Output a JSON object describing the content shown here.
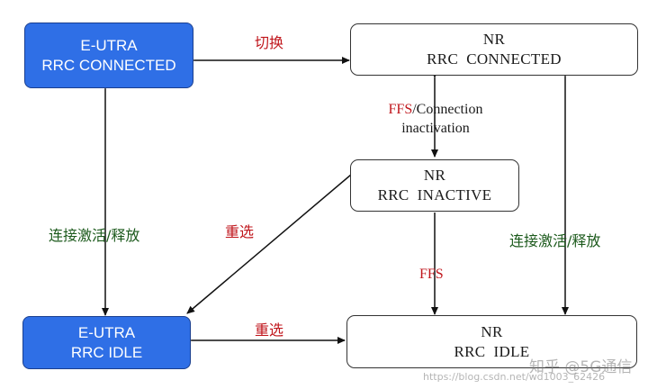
{
  "states": {
    "eutra_connected": {
      "line1": "E-UTRA",
      "line2": "RRC CONNECTED"
    },
    "eutra_idle": {
      "line1": "E-UTRA",
      "line2": "RRC IDLE"
    },
    "nr_connected": {
      "line1": "NR",
      "line2": "RRC  CONNECTED"
    },
    "nr_inactive": {
      "line1": "NR",
      "line2": "RRC  INACTIVE"
    },
    "nr_idle": {
      "line1": "NR",
      "line2": "RRC  IDLE"
    }
  },
  "transitions": {
    "handover": "切换",
    "reselect_bottom": "重选",
    "reselect_diagonal": "重选",
    "activate_release_left": "连接激活/释放",
    "activate_release_right": "连接激活/释放",
    "ffs_slash": "FFS",
    "connection_inactivation_rest": "/Connection",
    "connection_inactivation_line2": "inactivation",
    "ffs": "FFS"
  },
  "colors": {
    "eutra_fill": "#2f6fe6",
    "label_red": "#c0161c",
    "label_green": "#1c5a1c",
    "arrow": "#111111"
  },
  "watermark": {
    "zhihu": "知乎 @5G通信",
    "url": "https://blog.csdn.net/wd1003_62426"
  }
}
